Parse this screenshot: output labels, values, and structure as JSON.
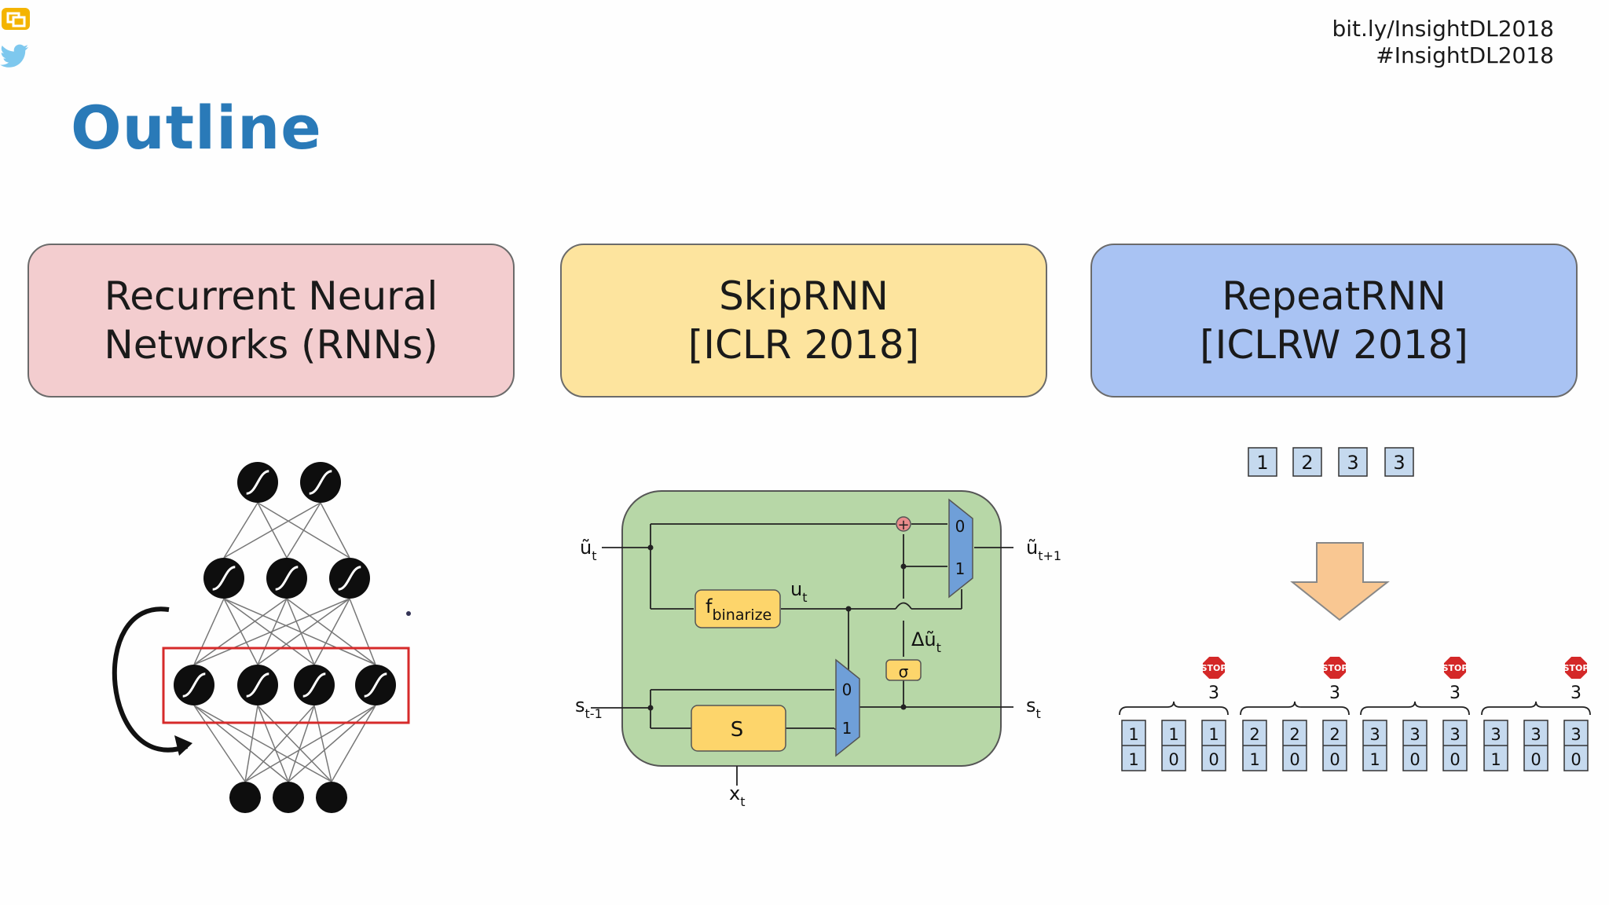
{
  "header": {
    "url": "bit.ly/InsightDL2018",
    "hashtag": "#InsightDL2018",
    "icons": [
      "slides-icon",
      "twitter-bird-icon"
    ]
  },
  "title": "Outline",
  "topics": [
    {
      "line1": "Recurrent Neural",
      "line2": "Networks (RNNs)",
      "color": "#f3cdcf"
    },
    {
      "line1": "SkipRNN",
      "line2": "[ICLR 2018]",
      "color": "#fde49e"
    },
    {
      "line1": "RepeatRNN",
      "line2": "[ICLRW 2018]",
      "color": "#a9c3f3"
    }
  ],
  "skiprnn_diagram": {
    "u_t": "ũ",
    "u_t_sub": "t",
    "u_next": "ũ",
    "u_next_sub": "t+1",
    "s_prev": "s",
    "s_prev_sub": "t-1",
    "s_t": "s",
    "s_t_sub": "t",
    "x_t": "x",
    "x_t_sub": "t",
    "f_label": "f",
    "f_sub": "binarize",
    "ut_label": "u",
    "ut_sub": "t",
    "delta_label": "Δũ",
    "delta_sub": "t",
    "sigma": "σ",
    "plus": "+",
    "S": "S",
    "mux_top": [
      "0",
      "1"
    ],
    "mux_bottom": [
      "0",
      "1"
    ]
  },
  "repeatrnn_diagram": {
    "input_tokens": [
      "1",
      "2",
      "3",
      "3"
    ],
    "stop_label": "STOP",
    "groups": [
      {
        "count": "3",
        "cells": [
          [
            "1",
            "1"
          ],
          [
            "1",
            "0"
          ],
          [
            "1",
            "0"
          ]
        ]
      },
      {
        "count": "3",
        "cells": [
          [
            "2",
            "1"
          ],
          [
            "2",
            "0"
          ],
          [
            "2",
            "0"
          ]
        ]
      },
      {
        "count": "3",
        "cells": [
          [
            "3",
            "1"
          ],
          [
            "3",
            "0"
          ],
          [
            "3",
            "0"
          ]
        ]
      },
      {
        "count": "3",
        "cells": [
          [
            "3",
            "1"
          ],
          [
            "3",
            "0"
          ],
          [
            "3",
            "0"
          ]
        ]
      }
    ]
  }
}
